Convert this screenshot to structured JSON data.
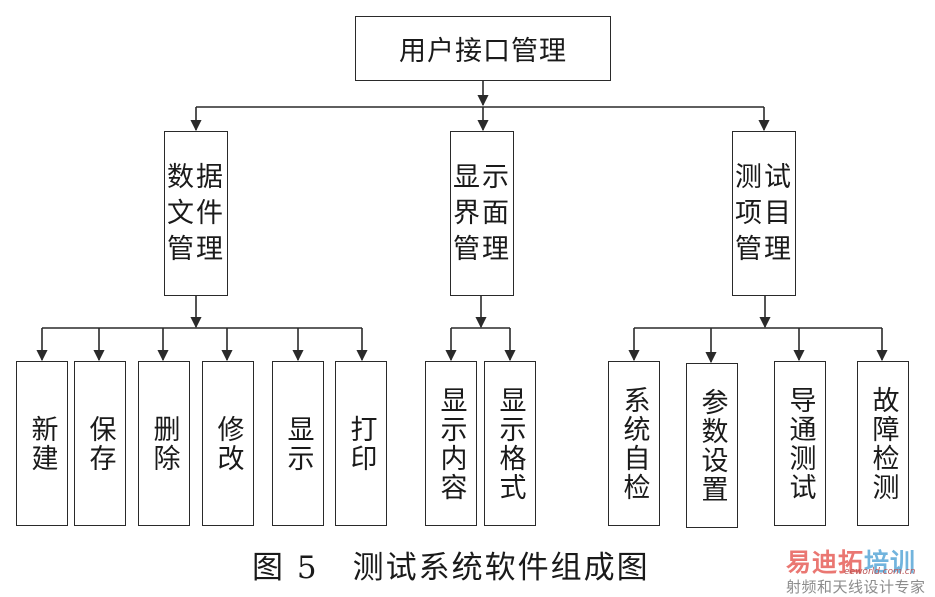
{
  "diagram": {
    "root": {
      "label": "用户接口管理"
    },
    "branches": [
      {
        "label": "数据文件管理",
        "children": [
          "新建",
          "保存",
          "删除",
          "修改",
          "显示",
          "打印"
        ]
      },
      {
        "label": "显示界面管理",
        "children": [
          "显示内容",
          "显示格式"
        ]
      },
      {
        "label": "测试项目管理",
        "children": [
          "系统自检",
          "参数设置",
          "导通测试",
          "故障检测"
        ]
      }
    ]
  },
  "caption": {
    "figure_number": "图 5",
    "title": "测试系统软件组成图"
  },
  "watermark": {
    "brand_red": "易迪拓",
    "brand_blue": "培训",
    "site": "eeworld.com.cn",
    "tagline": "射频和天线设计专家",
    "colors": {
      "red": "#e7605a",
      "blue": "#5aa7d8"
    }
  }
}
